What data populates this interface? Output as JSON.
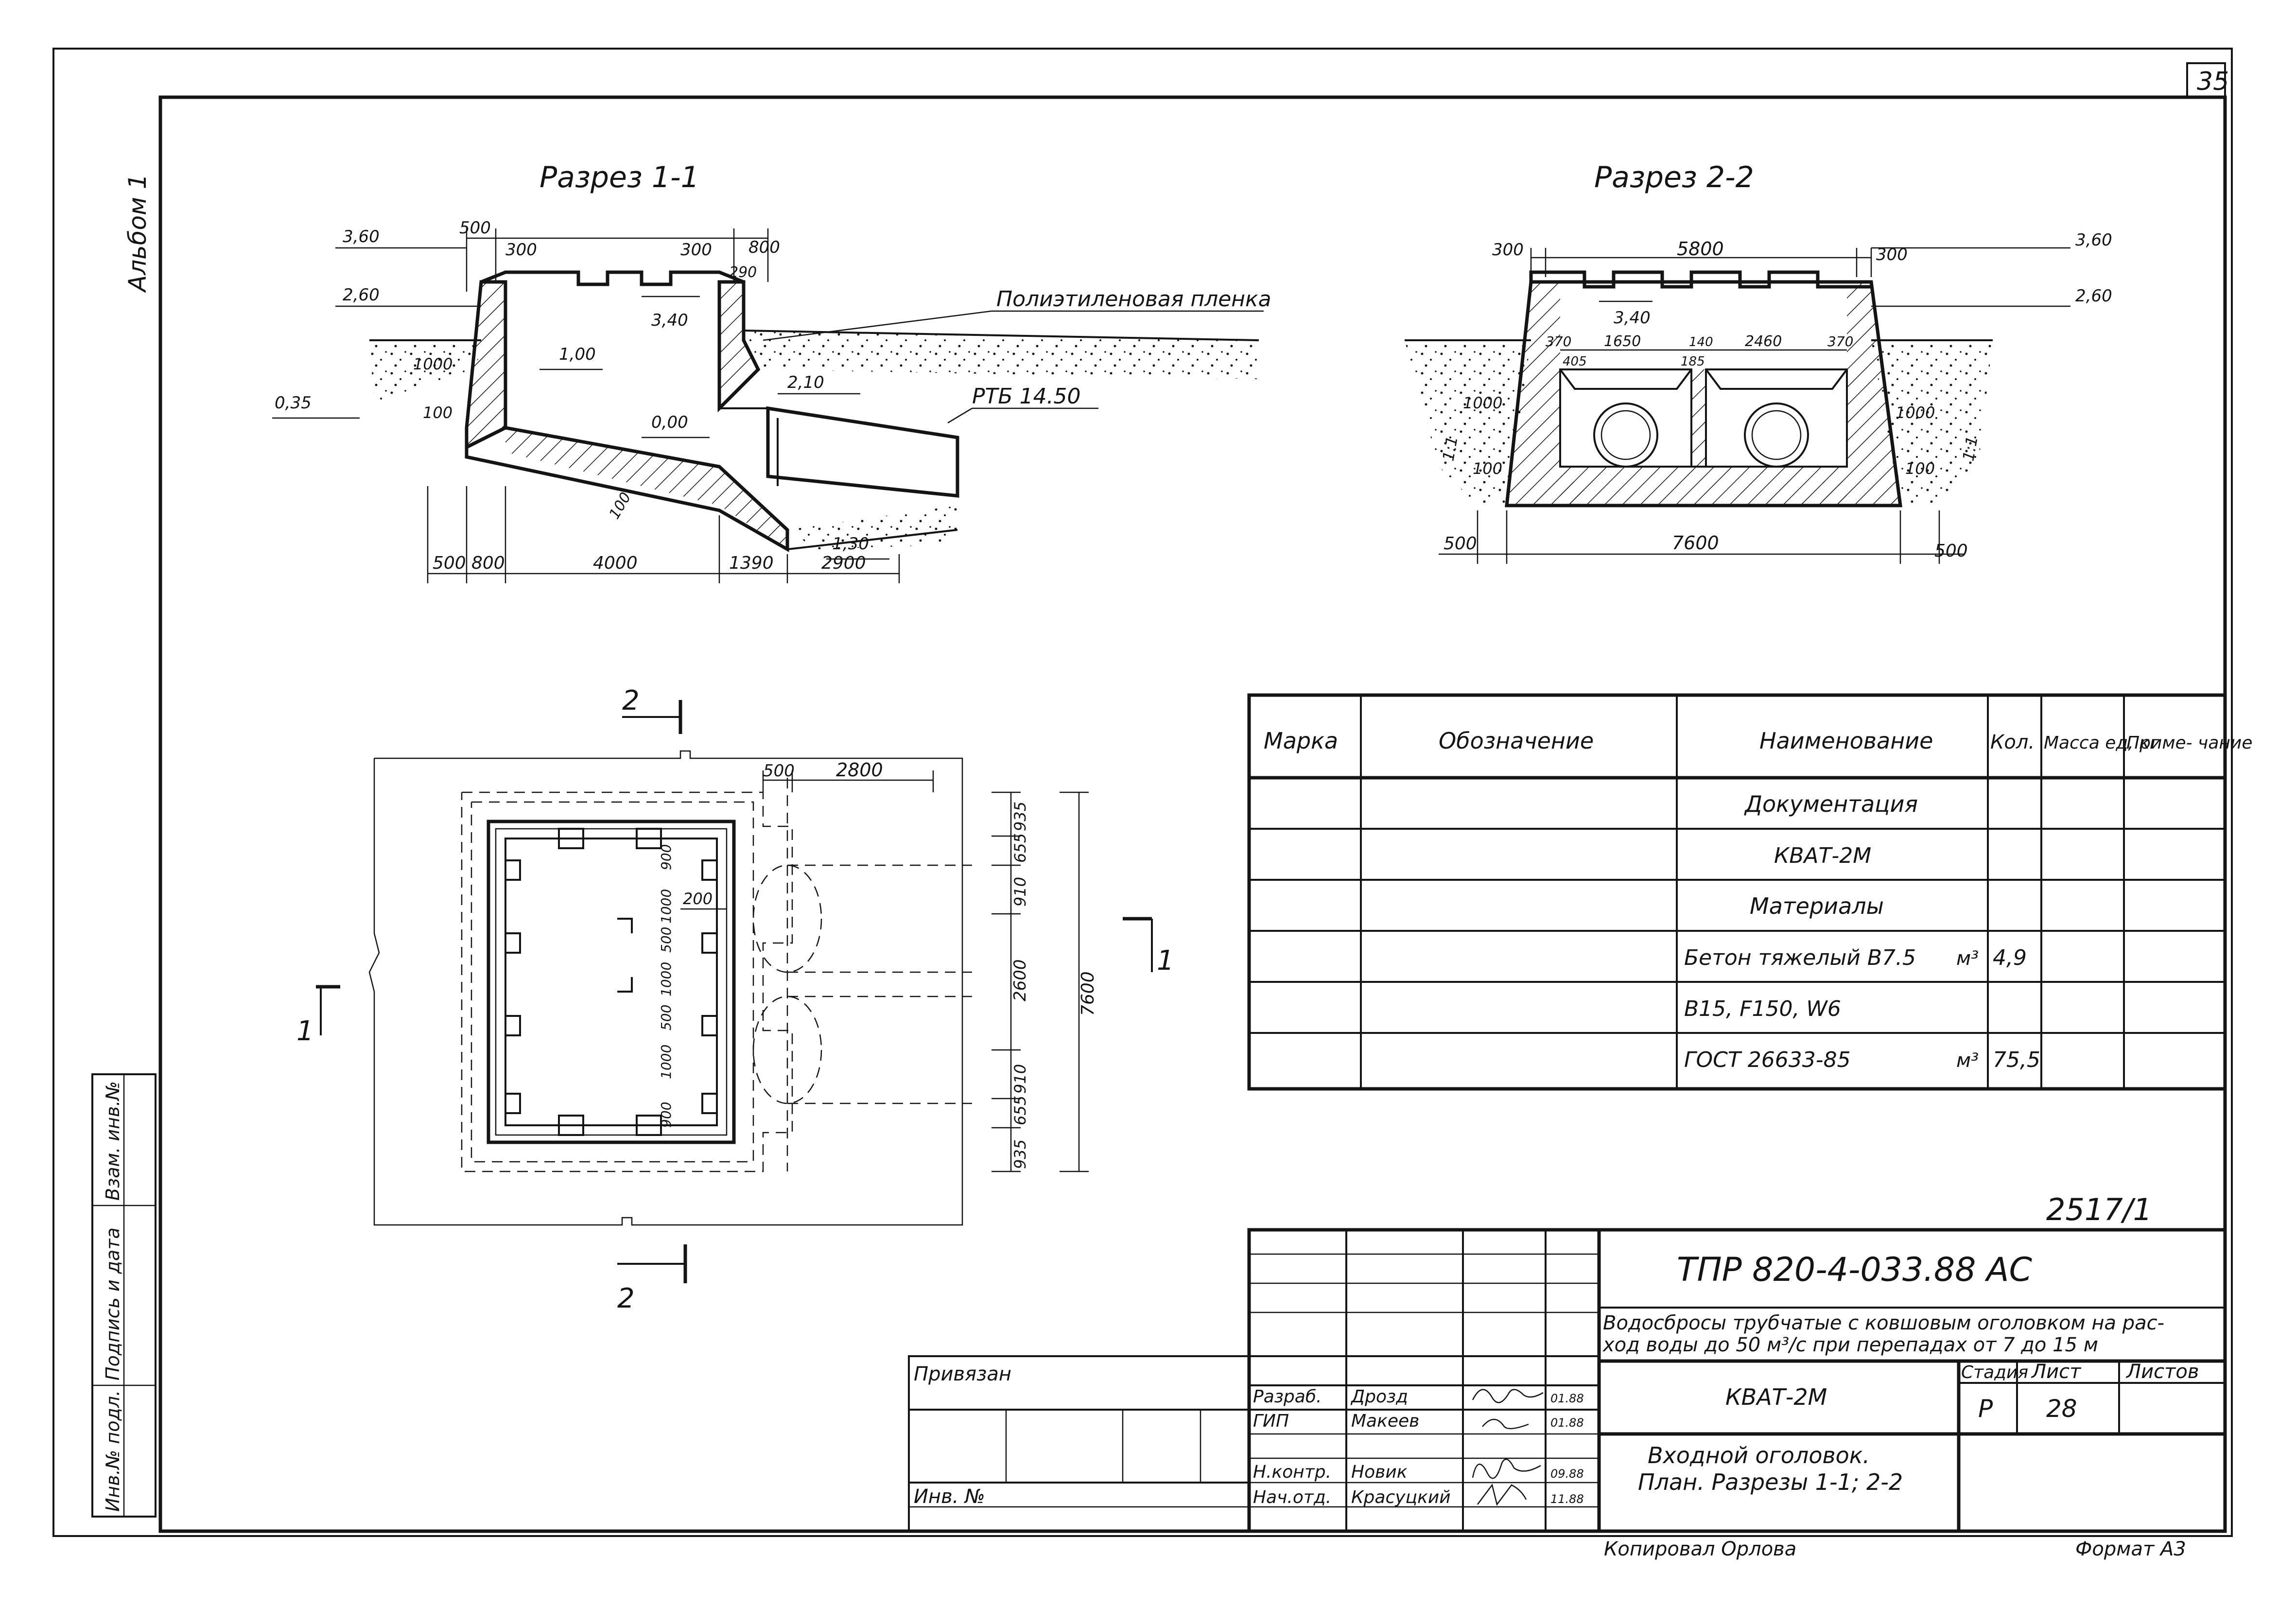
{
  "sheet": {
    "page_number": "35",
    "album_label": "Альбом 1",
    "drawing_code": "ТПР 820-4-033.88  АС",
    "inventory_stamp": "2517/1",
    "format_label": "Формат А3",
    "copied_by": "Копировал Орлова"
  },
  "section_1_1": {
    "title": "Разрез 1-1",
    "dims_top": [
      "500",
      "300",
      "300",
      "800",
      "290"
    ],
    "elevations": [
      "3,60",
      "2,60",
      "3,40",
      "1,00",
      "0,35",
      "0,00",
      "2,10",
      "-1,30"
    ],
    "side_dims": [
      "1000",
      "100",
      "100"
    ],
    "dims_bottom": [
      "500",
      "800",
      "4000",
      "1390",
      "2900"
    ],
    "film_label": "Полиэтиленовая пленка",
    "pipe_label": "РТБ 14.50"
  },
  "section_2_2": {
    "title": "Разрез 2-2",
    "dims_top": [
      "300",
      "5800",
      "300"
    ],
    "elevations": [
      "3,60",
      "2,60",
      "3,40"
    ],
    "inner_dims": [
      "370",
      "1650",
      "140",
      "2460",
      "370",
      "405",
      "185"
    ],
    "side_dims_left": [
      "1000",
      "100"
    ],
    "side_dims_right": [
      "1000",
      "100"
    ],
    "dims_bottom": [
      "500",
      "7600",
      "500"
    ],
    "slope_left": "1:1",
    "slope_right": "1:1"
  },
  "plan": {
    "section_marks": [
      "2",
      "2",
      "1",
      "1"
    ],
    "dims_top": [
      "500",
      "2800"
    ],
    "dims_right_chain": [
      "935",
      "655",
      "910",
      "2600",
      "910",
      "655",
      "935"
    ],
    "dim_overall": "7600",
    "inner_dims": [
      "900",
      "1000",
      "500",
      "1000",
      "500",
      "1000",
      "900"
    ],
    "dim_200": "200"
  },
  "spec_table": {
    "headers": [
      "Марка",
      "Обозначение",
      "Наименование",
      "Кол.",
      "Масса ед, кг",
      "Приме- чание"
    ],
    "rows": [
      {
        "name": "Документация",
        "qty": ""
      },
      {
        "name": "КВАТ-2М",
        "qty": ""
      },
      {
        "name": "Материалы",
        "qty": ""
      },
      {
        "name": "Бетон тяжелый В7.5",
        "unit": "м³",
        "qty": "4,9"
      },
      {
        "name": "В15, F150, W6",
        "qty": ""
      },
      {
        "name": "ГОСТ 26633-85",
        "unit": "м³",
        "qty": "75,5"
      }
    ]
  },
  "title_block": {
    "description": "Водосбросы трубчатые с ковшовым оголовком на рас-ход воды до 50 м³/с при перепадах от 7 до 15 м",
    "description_line1": "Водосбросы трубчатые с ковшовым оголовком на рас-",
    "description_line2": "ход воды до 50 м³/с при перепадах от 7 до 15 м",
    "subject": "КВАТ-2М",
    "sheet_title_line1": "Входной оголовок.",
    "sheet_title_line2": "План. Разрезы 1-1; 2-2",
    "stage_label": "Стадия",
    "sheet_label": "Лист",
    "sheets_label": "Листов",
    "stage_value": "Р",
    "sheet_value": "28",
    "linked_label": "Привязан",
    "inv_label": "Инв. №",
    "signatures": [
      {
        "role": "Разраб.",
        "name": "Дрозд",
        "date": "01.88"
      },
      {
        "role": "ГИП",
        "name": "Макеев",
        "date": "01.88"
      },
      {
        "role": "Н.контр.",
        "name": "Новик",
        "date": "09.88"
      },
      {
        "role": "Нач.отд.",
        "name": "Красуцкий",
        "date": "11.88"
      }
    ]
  },
  "side_stamp": {
    "labels": [
      "Инв.№ подл.",
      "Подпись и дата",
      "Взам. инв.№"
    ]
  }
}
